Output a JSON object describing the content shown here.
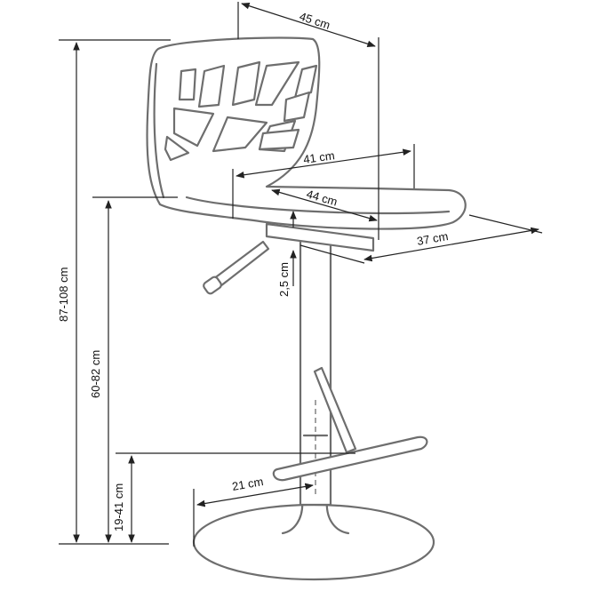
{
  "labels": {
    "top_width": "45 cm",
    "total_height": "87-108 cm",
    "seat_height": "60-82 cm",
    "footrest_height": "19-41 cm",
    "seat_width": "41 cm",
    "seat_depth": "44 cm",
    "seat_side": "37 cm",
    "seat_thickness": "2,5 cm",
    "base_radius": "21 cm"
  }
}
